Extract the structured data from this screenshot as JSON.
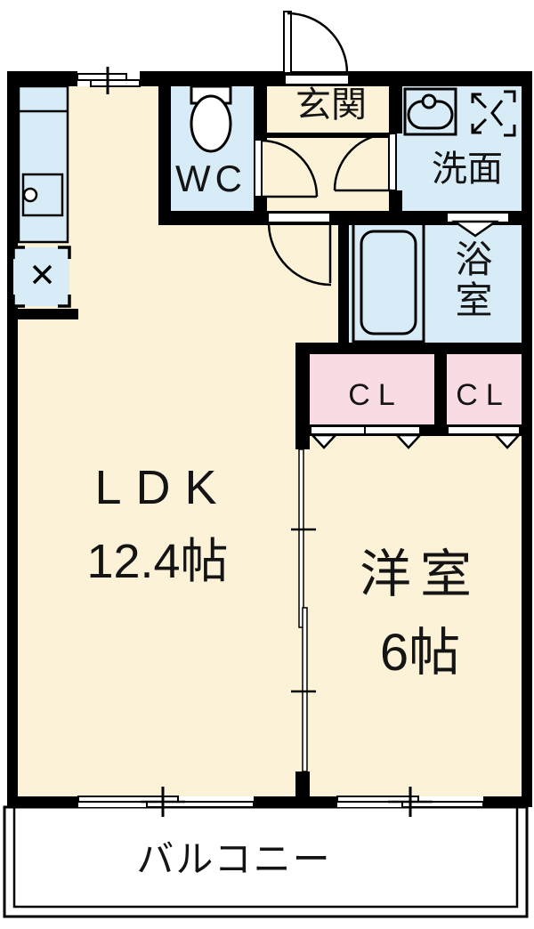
{
  "title": "1LDK apartment floor plan",
  "colors": {
    "wall": "#000000",
    "floor_cream": "#FBF2D8",
    "wet_area_blue": "#D7ECF7",
    "closet_pink": "#F9DBE4",
    "balcony_white": "#FFFFFF"
  },
  "rooms": {
    "ldk": {
      "name": "LDK",
      "size": "12.4帖"
    },
    "western_room": {
      "name": "洋室",
      "size": "6帖"
    },
    "entrance": {
      "name": "玄関"
    },
    "toilet": {
      "name": "WC"
    },
    "washroom": {
      "name": "洗面"
    },
    "bathroom": {
      "name": "浴室"
    },
    "closet1": {
      "name": "CL"
    },
    "closet2": {
      "name": "CL"
    },
    "balcony": {
      "name": "バルコニー"
    }
  }
}
